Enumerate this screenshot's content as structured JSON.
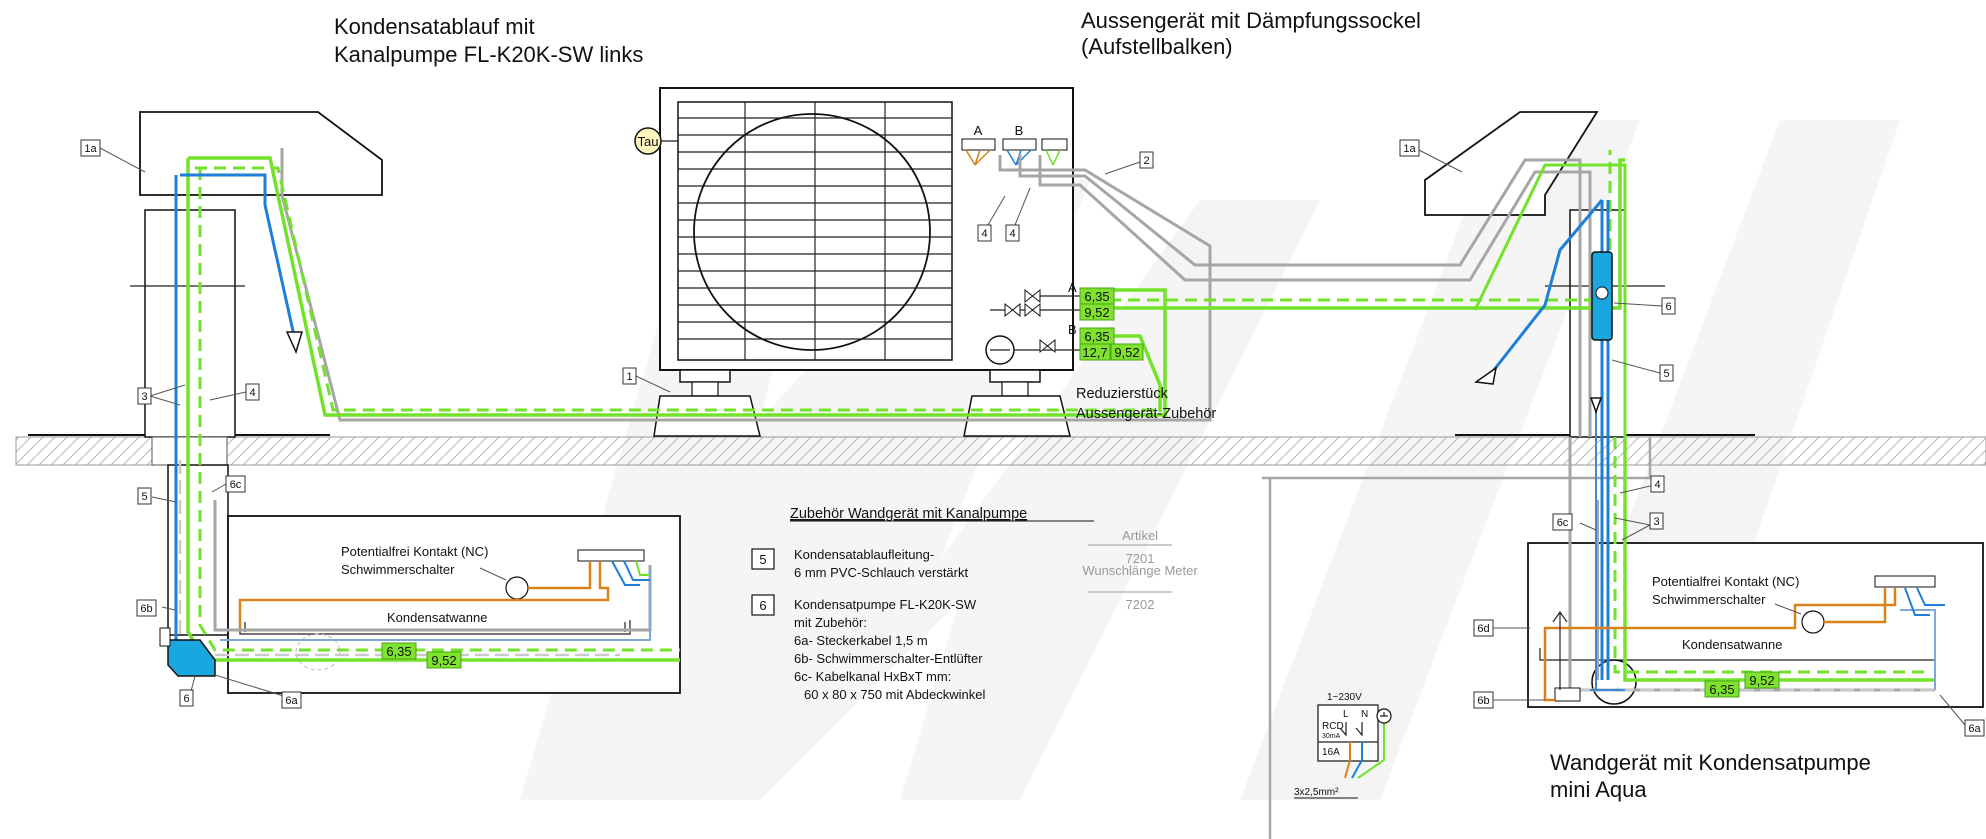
{
  "titles": {
    "left_line1": "Kondensatablauf mit",
    "left_line2": "Kanalpumpe FL-K20K-SW  links",
    "top_line1": "Aussengerät mit Dämpfungssockel",
    "top_line2": "(Aufstellbalken)",
    "right_line1": "Wandgerät mit Kondensatpumpe",
    "right_line2": "mini Aqua"
  },
  "outdoor_unit": {
    "sensor": "Tau",
    "circuit_a": "A",
    "circuit_b": "B",
    "valve_a": "A",
    "valve_b": "B",
    "pipe_sizes": [
      "6,35",
      "9,52",
      "6,35",
      "12,7",
      "9,52"
    ],
    "reducer_line1": "Reduzierstück",
    "reducer_line2": "Aussengerät-Zubehör"
  },
  "tags": {
    "t1a_left": "1a",
    "t1a_right": "1a",
    "t1": "1",
    "t2": "2",
    "t3_left": "3",
    "t3_right": "3",
    "t4_left": "4",
    "t4_right": "4",
    "t4_unit_a": "4",
    "t4_unit_b": "4",
    "t5_left": "5",
    "t5_right": "5",
    "t6_left": "6",
    "t6_right": "6",
    "t6a_left": "6a",
    "t6a_right": "6a",
    "t6b_left": "6b",
    "t6b_right": "6b",
    "t6c_left": "6c",
    "t6c_right": "6c",
    "t6d_right": "6d"
  },
  "left_box": {
    "contact_line1": "Potentialfrei Kontakt (NC)",
    "contact_line2": "Schwimmerschalter",
    "tray": "Kondensatwanne",
    "dim1": "6,35",
    "dim2": "9,52"
  },
  "right_box": {
    "contact_line1": "Potentialfrei Kontakt (NC)",
    "contact_line2": "Schwimmerschalter",
    "tray": "Kondensatwanne",
    "dim1": "6,35",
    "dim2": "9,52"
  },
  "accessories": {
    "heading": "Zubehör  Wandgerät mit Kanalpumpe",
    "col_artikel": "Artikel",
    "col_length": "Wunschlänge Meter",
    "item5_num": "5",
    "item5_line1": "Kondensatablaufleitung-",
    "item5_line2": "6 mm PVC-Schlauch verstärkt",
    "item5_article": "7201",
    "item6_num": "6",
    "item6_line1": "Kondensatpumpe FL-K20K-SW",
    "item6_line2": "mit Zubehör:",
    "item6_line3": "6a- Steckerkabel 1,5 m",
    "item6_line4": "6b- Schwimmerschalter-Entlüfter",
    "item6_line5": "6c- Kabelkanal HxBxT mm:",
    "item6_line6": "60 x 80 x 750 mit Abdeckwinkel",
    "item6_article": "7202"
  },
  "power": {
    "voltage": "1~230V",
    "rcd": "RCD",
    "rcd_rating": "30mA",
    "l": "L",
    "n": "N",
    "breaker": "16A",
    "cable": "3x2,5mm²"
  },
  "colors": {
    "green": "#72e22a",
    "blue": "#1e7fd8",
    "gray": "#a6a6a6",
    "orange": "#d9821c",
    "pump": "#1aa7e0"
  }
}
